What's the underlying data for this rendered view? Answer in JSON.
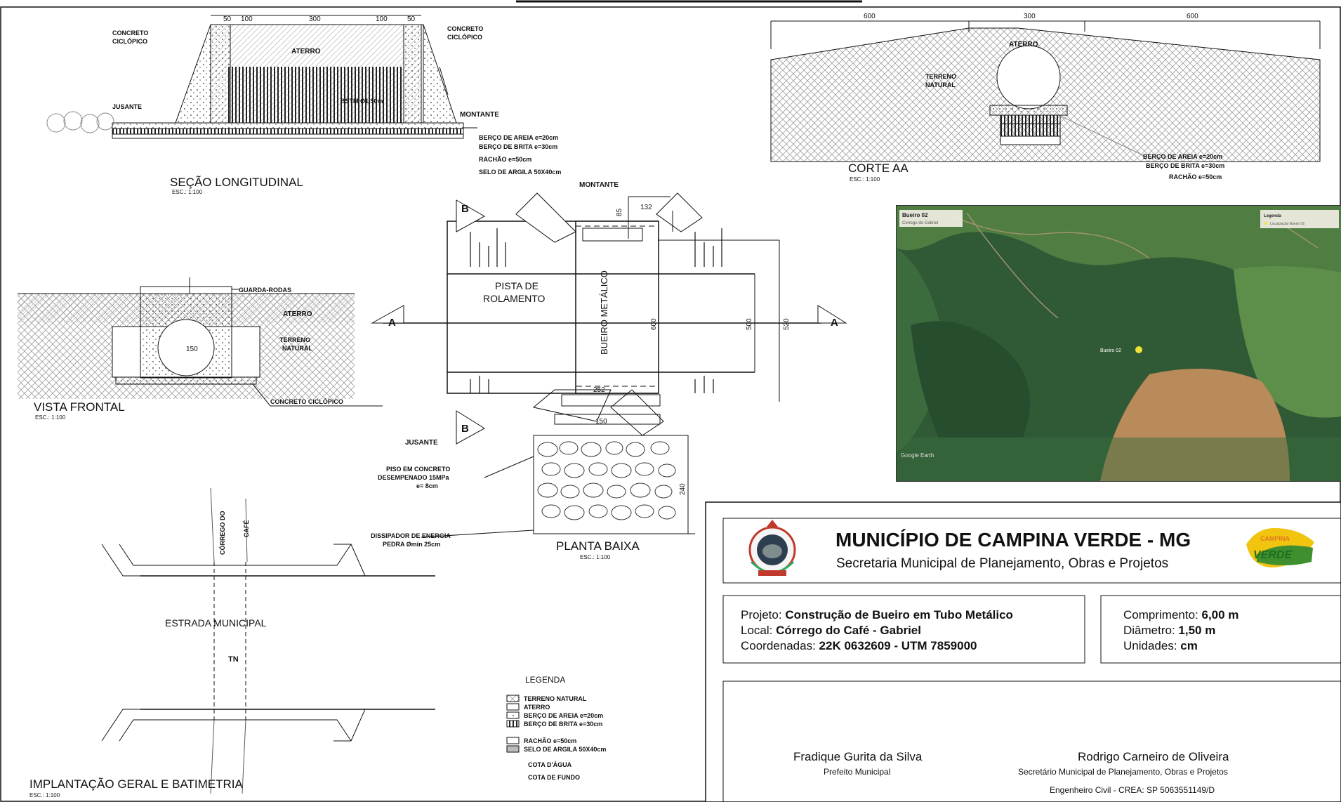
{
  "drawings": {
    "secao_longitudinal": {
      "title": "SEÇÃO LONGITUDINAL",
      "scale": "ESC.: 1:100",
      "labels": {
        "concreto_left": "CONCRETO",
        "ciclopico_left": "CICLÓPICO",
        "concreto_right": "CONCRETO",
        "ciclopico_right": "CICLÓPICO",
        "aterro": "ATERRO",
        "jusante": "JUSANTE",
        "montante": "MONTANTE",
        "tube": "BSTM Ø1,50m",
        "berco_areia": "BERÇO DE AREIA e=20cm",
        "berco_brita": "BERÇO DE BRITA e=30cm",
        "rachao": "RACHÃO e=50cm",
        "selo": "SELO DE ARGILA 50X40cm"
      },
      "dims": [
        "50",
        "100",
        "300",
        "100",
        "50"
      ]
    },
    "corte_aa": {
      "title": "CORTE AA",
      "scale": "ESC.: 1:100",
      "dims": [
        "600",
        "300",
        "600"
      ],
      "labels": {
        "aterro": "ATERRO",
        "terreno": "TERRENO",
        "natural": "NATURAL",
        "berco_areia": "BERÇO DE AREIA e=20cm",
        "berco_brita": "BERÇO DE BRITA e=30cm",
        "rachao": "RACHÃO e=50cm"
      }
    },
    "vista_frontal": {
      "title": "VISTA FRONTAL",
      "scale": "ESC.: 1:100",
      "labels": {
        "guarda_rodas": "GUARDA-RODAS",
        "aterro": "ATERRO",
        "terreno": "TERRENO",
        "natural": "NATURAL",
        "concreto": "CONCRETO CICLÓPICO",
        "diam": "150"
      }
    },
    "planta_baixa": {
      "title": "PLANTA BAIXA",
      "scale": "ESC.: 1:100",
      "labels": {
        "montante": "MONTANTE",
        "jusante": "JUSANTE",
        "pista_1": "PISTA DE",
        "pista_2": "ROLAMENTO",
        "bueiro": "BUEIRO METÁLICO",
        "section_a": "A",
        "section_b": "B",
        "piso_1": "PISO EM CONCRETO",
        "piso_2": "DESEMPENADO 15MPa",
        "piso_3": "e= 8cm",
        "dissipador_1": "DISSIPADOR DE ENERGIA",
        "dissipador_2": "PEDRA Ømín 25cm"
      },
      "dims": {
        "d150": "150",
        "d252": "252",
        "d600": "600",
        "d500": "500",
        "d520": "520",
        "d240": "240",
        "d132": "132",
        "d85": "85"
      }
    },
    "implantacao": {
      "title": "IMPLANTAÇÃO GERAL E BATIMETRIA",
      "scale": "ESC.: 1:100",
      "labels": {
        "estrada": "ESTRADA MUNICIPAL",
        "corrego_1": "CÓRREGO DO",
        "corrego_2": "CAFÉ",
        "marker": "TN"
      }
    },
    "legenda": {
      "title": "LEGENDA",
      "items": [
        "TERRENO NATURAL",
        "ATERRO",
        "BERÇO DE AREIA e=20cm",
        "BERÇO DE BRITA e=30cm",
        "RACHÃO e=50cm",
        "SELO DE ARGILA 50X40cm",
        "COTA D'ÁGUA",
        "COTA DE FUNDO"
      ]
    }
  },
  "map": {
    "title": "Bueiro 02",
    "subtitle": "Córrego do Gabriel",
    "legend_title": "Legenda",
    "legend_item": "Localização Bueiro 02",
    "marker_label": "Bueiro 02",
    "credit": "Google Earth"
  },
  "title_block": {
    "municipality": "MUNICÍPIO DE CAMPINA VERDE - MG",
    "secretariat": "Secretaria Municipal de Planejamento, Obras e Projetos",
    "logo_text_1": "CAMPINA",
    "logo_text_2": "VERDE",
    "projeto_label": "Projeto:",
    "projeto_value": "Construção de Bueiro em Tubo Metálico",
    "local_label": "Local:",
    "local_value": "Córrego do Café - Gabriel",
    "coord_label": "Coordenadas:",
    "coord_value": "22K 0632609 - UTM 7859000",
    "comprimento_label": "Comprimento:",
    "comprimento_value": "6,00 m",
    "diametro_label": "Diâmetro:",
    "diametro_value": "1,50 m",
    "unidades_label": "Unidades:",
    "unidades_value": "cm",
    "sign1_name": "Fradique Gurita da Silva",
    "sign1_role": "Prefeito Municipal",
    "sign2_name": "Rodrigo Carneiro de Oliveira",
    "sign2_role": "Secretário Municipal de Planejamento, Obras e Projetos",
    "sign2_crea": "Engenheiro Civil - CREA: SP 5063551149/D"
  },
  "colors": {
    "line": "#111111",
    "map_dark": "#2f5a35",
    "map_field": "#b98a5a",
    "map_light": "#5d8f4a",
    "logo_green": "#3f8f2f",
    "logo_orange": "#e07b1f"
  }
}
